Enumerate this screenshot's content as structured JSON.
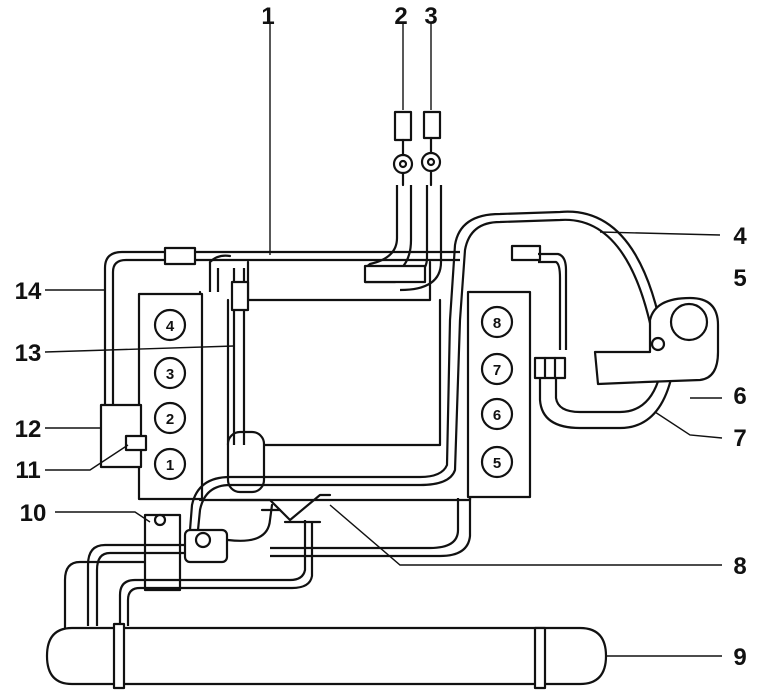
{
  "callouts": [
    "1",
    "2",
    "3",
    "4",
    "5",
    "6",
    "7",
    "8",
    "9",
    "10",
    "11",
    "12",
    "13",
    "14"
  ],
  "left_bank_cylinders": [
    "4",
    "3",
    "2",
    "1"
  ],
  "right_bank_cylinders": [
    "8",
    "7",
    "6",
    "5"
  ],
  "colors": {
    "ink": "#111111",
    "paper": "#ffffff"
  }
}
